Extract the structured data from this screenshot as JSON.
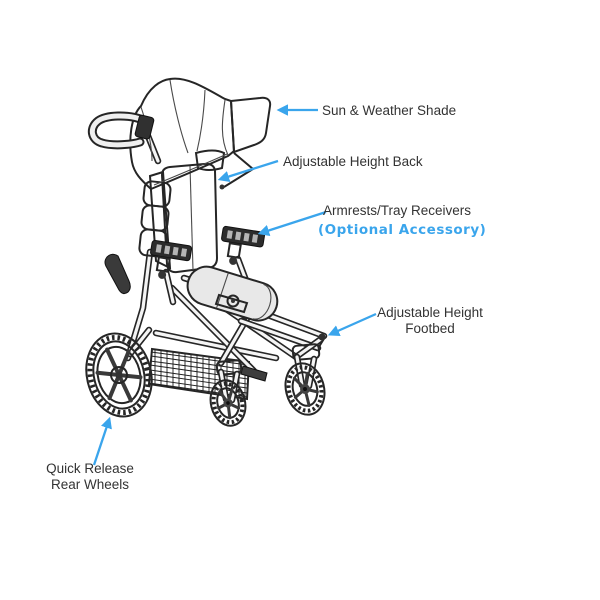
{
  "colors": {
    "accent": "#3AA5EC",
    "label_text": "#333333",
    "line": "#262626"
  },
  "diagram": {
    "labels": {
      "sun_shade": {
        "text": "Sun & Weather Shade"
      },
      "back": {
        "text": "Adjustable Height Back"
      },
      "armrests": {
        "text": "Armrests/Tray Receivers",
        "note": "(Optional Accessory)"
      },
      "footbed": {
        "line1": "Adjustable Height",
        "line2": "Footbed"
      },
      "rear_wheels": {
        "line1": "Quick Release",
        "line2": "Rear Wheels"
      }
    }
  }
}
